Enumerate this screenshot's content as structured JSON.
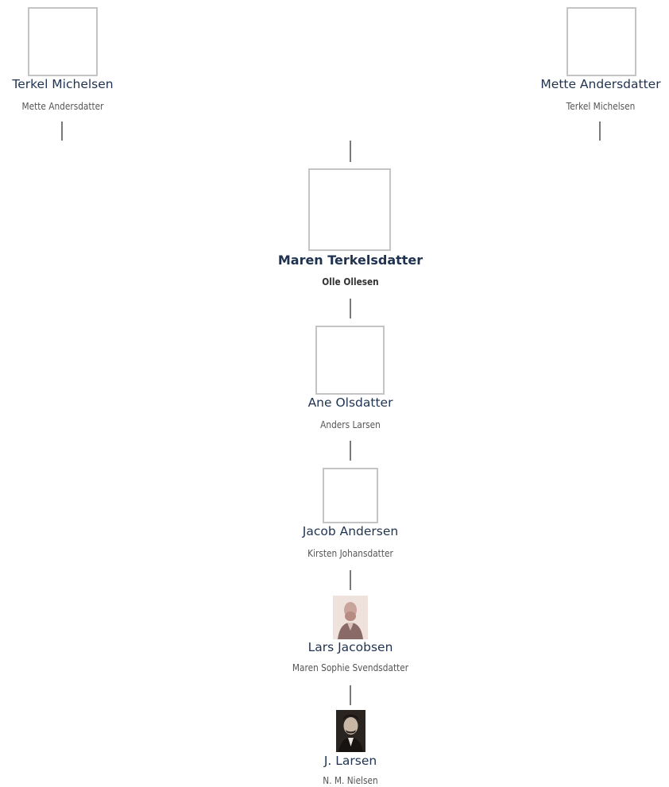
{
  "tree": {
    "father_side": {
      "name": "Terkel Michelsen",
      "spouse": "Mette Andersdatter",
      "photo": "placeholder"
    },
    "mother_side": {
      "name": "Mette Andersdatter",
      "spouse": "Terkel Michelsen",
      "photo": "placeholder"
    },
    "generations": [
      {
        "name": "Maren Terkelsdatter",
        "spouse": "Olle Ollesen",
        "photo": "placeholder",
        "highlighted": true
      },
      {
        "name": "Ane Olsdatter",
        "spouse": "Anders Larsen",
        "photo": "placeholder"
      },
      {
        "name": "Jacob Andersen",
        "spouse": "Kirsten Johansdatter",
        "photo": "placeholder"
      },
      {
        "name": "Lars Jacobsen",
        "spouse": "Maren Sophie Svendsdatter",
        "photo": "portrait-sepia"
      },
      {
        "name": "J. Larsen",
        "spouse": "N. M. Nielsen",
        "photo": "portrait-dark"
      }
    ]
  },
  "colors": {
    "name_text": "#1f3350",
    "spouse_text": "#555555",
    "photo_border": "#c4c4c4",
    "connector": "#7a7a7a"
  }
}
